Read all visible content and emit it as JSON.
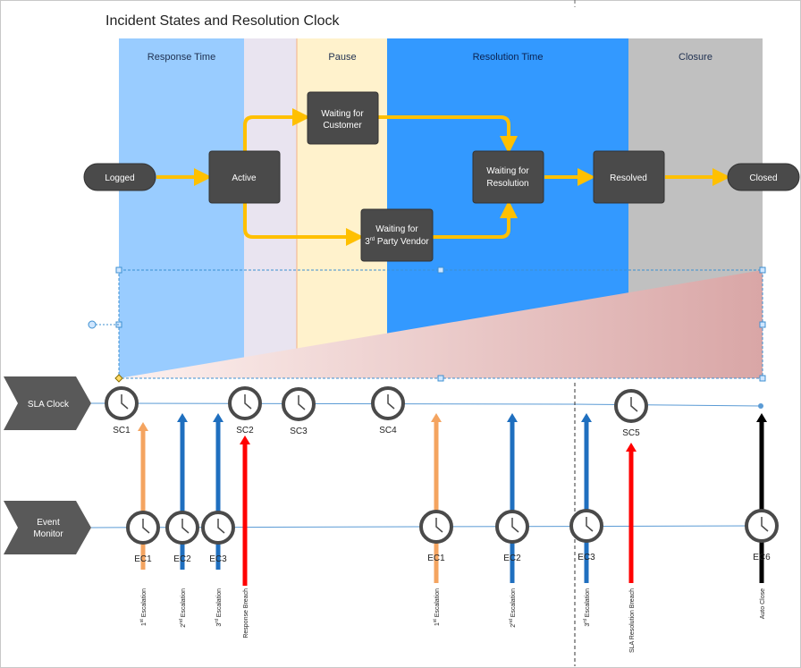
{
  "title": "Incident States and Resolution Clock",
  "phases": [
    {
      "label": "Response Time",
      "color": "#99ccff"
    },
    {
      "label": "",
      "color": "#e9e4f0"
    },
    {
      "label": "Pause",
      "color": "#fff2cc"
    },
    {
      "label": "Resolution Time",
      "color": "#3399ff"
    },
    {
      "label": "Closure",
      "color": "#c0c0c0"
    }
  ],
  "states": {
    "logged": "Logged",
    "active": "Active",
    "waiting_customer": [
      "Waiting for",
      "Customer"
    ],
    "waiting_vendor": {
      "line1": "Waiting for",
      "line2_sup": "rd",
      "line2_prefix": "3",
      "line2_rest": " Party Vendor"
    },
    "waiting_resolution": [
      "Waiting for",
      "Resolution"
    ],
    "resolved": "Resolved",
    "closed": "Closed"
  },
  "lanes": {
    "sla_clock": "SLA Clock",
    "event_monitor": [
      "Event",
      "Monitor"
    ]
  },
  "sla_clocks": [
    "SC1",
    "SC2",
    "SC3",
    "SC4",
    "SC5"
  ],
  "event_clocks": [
    "EC1",
    "EC2",
    "EC3",
    "EC1",
    "EC2",
    "EC3",
    "EC6"
  ],
  "events": [
    {
      "num": "1",
      "sup": "st",
      "text": " Escalation"
    },
    {
      "num": "2",
      "sup": "nd",
      "text": " Escalation"
    },
    {
      "num": "3",
      "sup": "rd",
      "text": " Escalation"
    },
    {
      "num": "",
      "sup": "",
      "text": "Response Breach"
    },
    {
      "num": "1",
      "sup": "st",
      "text": " Escalation"
    },
    {
      "num": "2",
      "sup": "nd",
      "text": " Escalation"
    },
    {
      "num": "3",
      "sup": "rd",
      "text": " Escalation"
    },
    {
      "num": "",
      "sup": "",
      "text": "SLA Resolution Breach"
    },
    {
      "num": "",
      "sup": "",
      "text": "Auto Close"
    }
  ],
  "colors": {
    "state_box": "#4a4a4a",
    "flow_arrow": "#ffc000",
    "escalation_orange": "#f4a460",
    "escalation_blue": "#1f6fbf",
    "breach_red": "#ff0000",
    "auto_close": "#000000",
    "lane_shape": "#595959",
    "timeline": "#5b9bd5"
  }
}
